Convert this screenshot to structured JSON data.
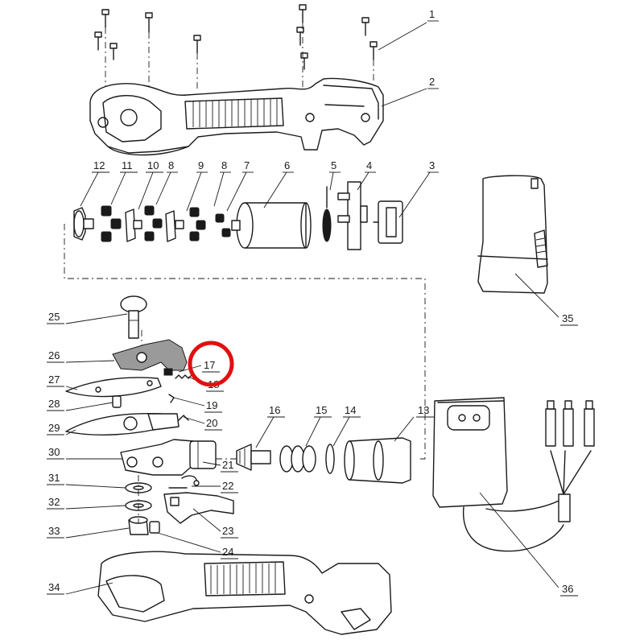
{
  "diagram": {
    "type": "exploded-parts-diagram",
    "highlight": {
      "part": "17",
      "color": "#e01010"
    }
  },
  "parts": [
    "1",
    "2",
    "3",
    "4",
    "5",
    "6",
    "7",
    "8",
    "9",
    "10",
    "11",
    "12",
    "13",
    "14",
    "15",
    "16",
    "17",
    "18",
    "19",
    "20",
    "21",
    "22",
    "23",
    "24",
    "25",
    "26",
    "27",
    "28",
    "29",
    "30",
    "31",
    "32",
    "33",
    "34",
    "35",
    "36"
  ],
  "labels": {
    "p1": "1",
    "p2": "2",
    "p3": "3",
    "p4": "4",
    "p5": "5",
    "p6": "6",
    "p7": "7",
    "p8a": "8",
    "p8b": "8",
    "p9": "9",
    "p10": "10",
    "p11": "11",
    "p12": "12",
    "p13": "13",
    "p14": "14",
    "p15": "15",
    "p16": "16",
    "p17": "17",
    "p18": "18",
    "p19": "19",
    "p20": "20",
    "p21": "21",
    "p22": "22",
    "p23": "23",
    "p24": "24",
    "p25": "25",
    "p26": "26",
    "p27": "27",
    "p28": "28",
    "p29": "29",
    "p30": "30",
    "p31": "31",
    "p32": "32",
    "p33": "33",
    "p34": "34",
    "p35": "35",
    "p36": "36"
  },
  "colors": {
    "line": "#1a1a1a",
    "highlight": "#e01010",
    "background": "#ffffff"
  }
}
